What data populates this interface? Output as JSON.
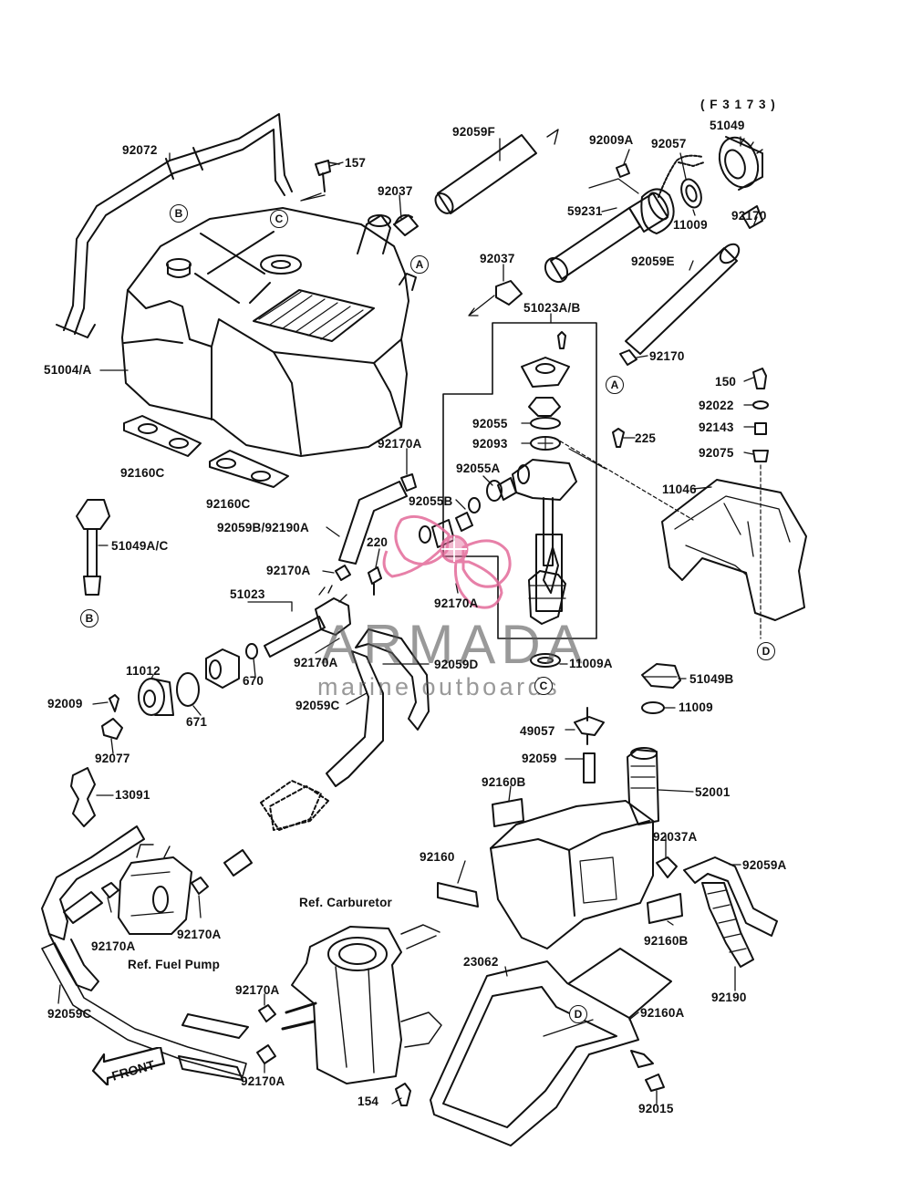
{
  "watermark": {
    "brand": "ARMADA",
    "tagline": "marine outboards"
  },
  "catalog_code": "( F 3 1 7 3 )",
  "front_arrow": "FRONT",
  "callouts": [
    "A",
    "B",
    "C",
    "D"
  ],
  "parts": {
    "p92072": "92072",
    "p157": "157",
    "p92037_top": "92037",
    "p92059F": "92059F",
    "p92009A": "92009A",
    "p92057": "92057",
    "p51049": "51049",
    "p59231": "59231",
    "p11009_top": "11009",
    "p92170_top": "92170",
    "p92037_mid": "92037",
    "p92059E": "92059E",
    "p51023AB": "51023A/B",
    "p51004A": "51004/A",
    "p92170_mid": "92170",
    "p150": "150",
    "p92022": "92022",
    "p92055": "92055",
    "p92143": "92143",
    "p92093": "92093",
    "p225": "225",
    "p92075": "92075",
    "p92160C_a": "92160C",
    "p92170A_1": "92170A",
    "p92055A": "92055A",
    "p11046": "11046",
    "p92160C_b": "92160C",
    "p92055B": "92055B",
    "p92059B": "92059B/92190A",
    "p51049AC": "51049A/C",
    "p220": "220",
    "p92170A_2": "92170A",
    "p92170A_3": "92170A",
    "p51023": "51023",
    "p92170A_4": "92170A",
    "p92059D": "92059D",
    "p11009A": "11009A",
    "p670": "670",
    "p11012": "11012",
    "p51049B": "51049B",
    "p92059C_a": "92059C",
    "p92009": "92009",
    "p671": "671",
    "p11009_b": "11009",
    "p49057": "49057",
    "p92077": "92077",
    "p92059": "92059",
    "p13091": "13091",
    "p92160B_a": "92160B",
    "p52001": "52001",
    "p92037A": "92037A",
    "p92160": "92160",
    "p92059A": "92059A",
    "p92160B_b": "92160B",
    "p92170A_5": "92170A",
    "p92170A_6": "92170A",
    "p92190": "92190",
    "p23062": "23062",
    "p92059C_b": "92059C",
    "p92170A_7": "92170A",
    "p92160A": "92160A",
    "p92170A_8": "92170A",
    "p92015": "92015",
    "p154": "154"
  },
  "references": {
    "carburetor": "Ref. Carburetor",
    "fuel_pump": "Ref. Fuel Pump"
  }
}
